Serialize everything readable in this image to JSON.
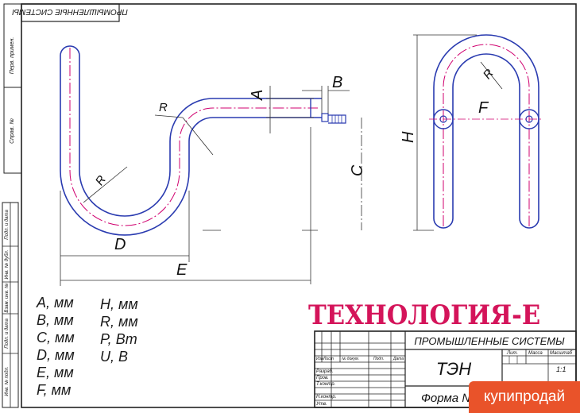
{
  "stamp_side": {
    "top_label": "ПРОМЫШЛЕННЫЕ СИСТЕМЫ",
    "left_cells": [
      "Перв. примен.",
      "Справ. №",
      "Подп. и дата",
      "Инв. № дубл.",
      "Взам. инв. №",
      "Подп. и дата",
      "Инв. № подл."
    ]
  },
  "dimensions": {
    "A": "A",
    "B": "B",
    "C": "C",
    "D": "D",
    "E": "E",
    "F": "F",
    "H": "H",
    "R_left": "R",
    "R_top": "R",
    "R_right": "R"
  },
  "parameters": {
    "col1": [
      "A, мм",
      "B, мм",
      "C, мм",
      "D, мм",
      "E, мм",
      "F, мм"
    ],
    "col2": [
      "H, мм",
      "R, мм",
      "P, Вт",
      "U, В"
    ]
  },
  "logo": "ТЕХНОЛОГИЯ-Е",
  "title_block": {
    "company": "ПРОМЫШЛЕННЫЕ СИСТЕМЫ",
    "product": "ТЭН",
    "form": "Форма №",
    "col_headers": [
      "Изм",
      "Лист",
      "№ докум.",
      "Подп.",
      "Дата"
    ],
    "roles": [
      "Разраб.",
      "Пров.",
      "Т.контр.",
      "Н.контр.",
      "Утв."
    ],
    "lit": "Лит.",
    "mass": "Масса",
    "scale_label": "Масштаб",
    "scale": "1:1"
  },
  "badge": "купипродай"
}
